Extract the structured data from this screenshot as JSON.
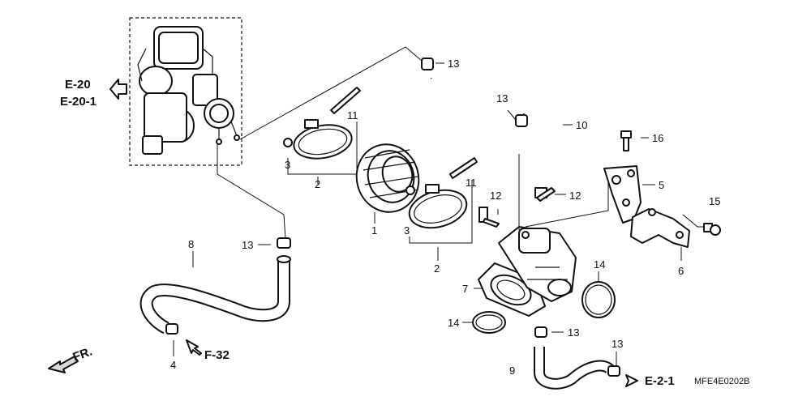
{
  "callouts": {
    "c13a": "13",
    "c13b": "13",
    "c13c": "13",
    "c13d": "13",
    "c13e": "13",
    "c10": "10",
    "c16": "16",
    "c5": "5",
    "c15": "15",
    "c6": "6",
    "c11a": "11",
    "c11b": "11",
    "c3a": "3",
    "c3b": "3",
    "c2a": "2",
    "c2b": "2",
    "c1": "1",
    "c12a": "12",
    "c12b": "12",
    "c8": "8",
    "c7": "7",
    "c14a": "14",
    "c14b": "14",
    "c4": "4",
    "c9": "9"
  },
  "refs": {
    "e20": "E-20",
    "e201": "E-20-1",
    "f32": "F-32",
    "e21": "E-2-1",
    "front": "FR."
  },
  "diagram_code": "MFE4E0202B"
}
